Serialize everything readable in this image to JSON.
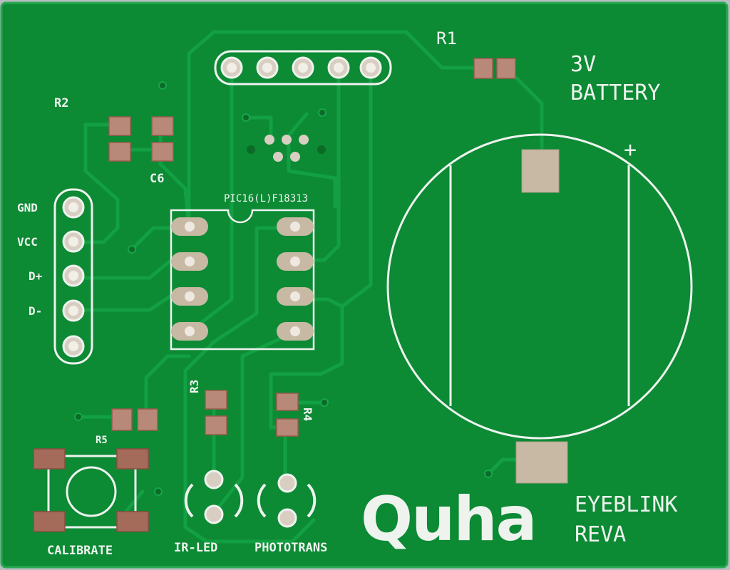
{
  "board": {
    "colors": {
      "background": "#b9bcc0",
      "soldermask": "#0c8a34",
      "trace": "#0e9a3c",
      "silkscreen": "#eef3ee",
      "copper_pad": "#c8b9a4",
      "pad_dark": "#9b5a4c"
    },
    "labels": {
      "r1": "R1",
      "r2": "R2",
      "r3": "R3",
      "r4": "R4",
      "r5": "R5",
      "c6": "C6",
      "battery_line1": "3V",
      "battery_line2": "BATTERY",
      "plus": "+",
      "chip": "PIC16(L)F18313",
      "gnd": "GND",
      "vcc": "VCC",
      "dplus": "D+",
      "dminus": "D-",
      "calibrate": "CALIBRATE",
      "irled": "IR-LED",
      "phototrans": "PHOTOTRANS",
      "logo": "Quha",
      "product_line1": "EYEBLINK",
      "product_line2": "REVA"
    }
  }
}
